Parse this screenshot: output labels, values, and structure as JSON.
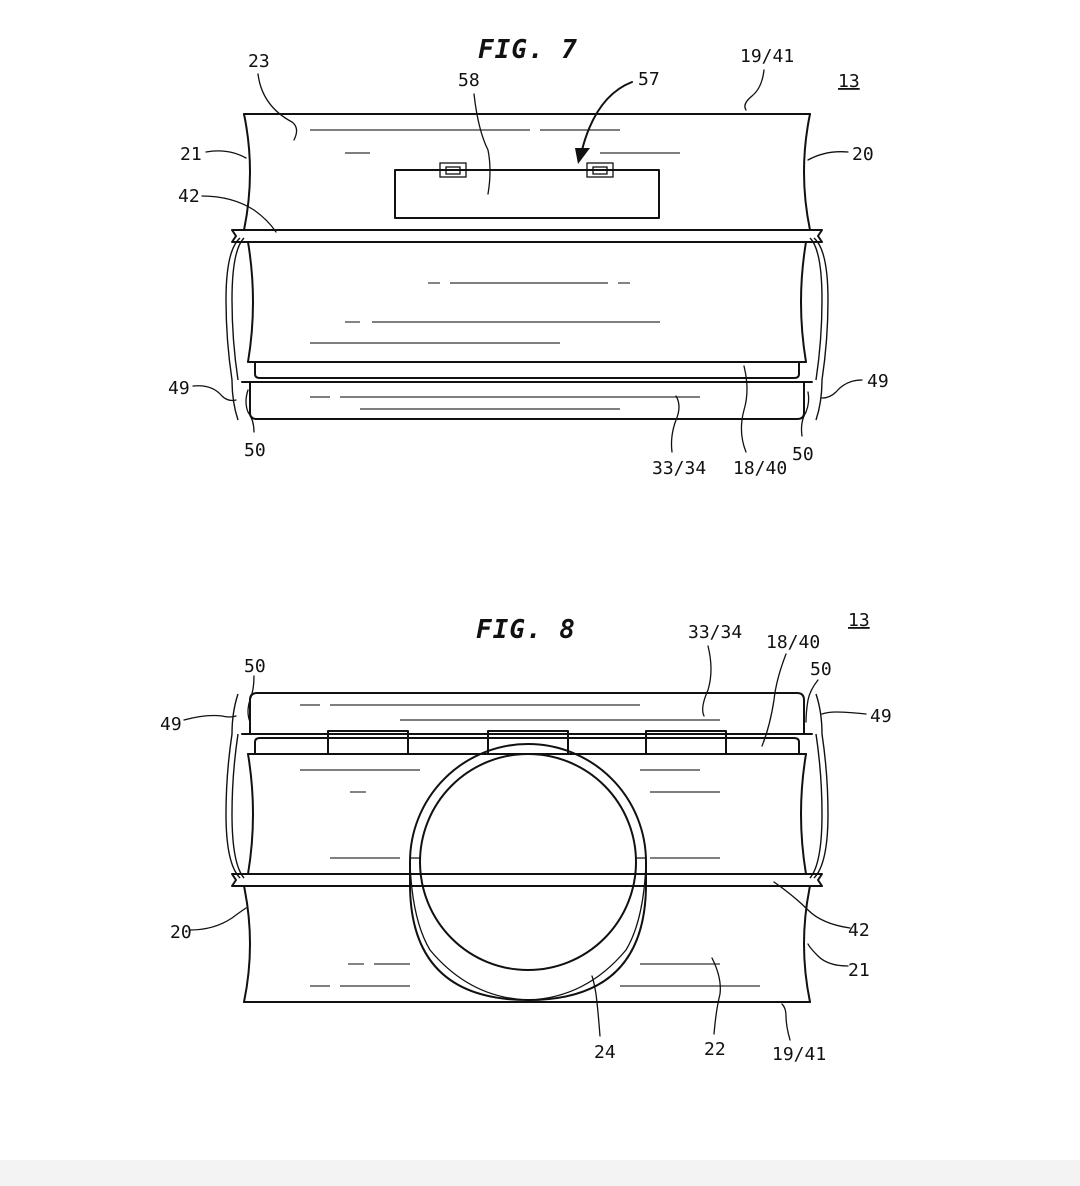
{
  "figure7": {
    "title": "FIG. 7",
    "sheet_ref": "13",
    "labels": {
      "l23": "23",
      "l58": "58",
      "l57": "57",
      "l19_41": "19/41",
      "l21": "21",
      "l20": "20",
      "l42": "42",
      "l49_left": "49",
      "l49_right": "49",
      "l50_left": "50",
      "l50_right": "50",
      "l33_34": "33/34",
      "l18_40": "18/40"
    }
  },
  "figure8": {
    "title": "FIG. 8",
    "sheet_ref": "13",
    "labels": {
      "l50_left": "50",
      "l50_right": "50",
      "l49_left": "49",
      "l49_right": "49",
      "l33_34": "33/34",
      "l18_40": "18/40",
      "l20": "20",
      "l42": "42",
      "l21": "21",
      "l24": "24",
      "l22": "22",
      "l19_41": "19/41"
    }
  }
}
